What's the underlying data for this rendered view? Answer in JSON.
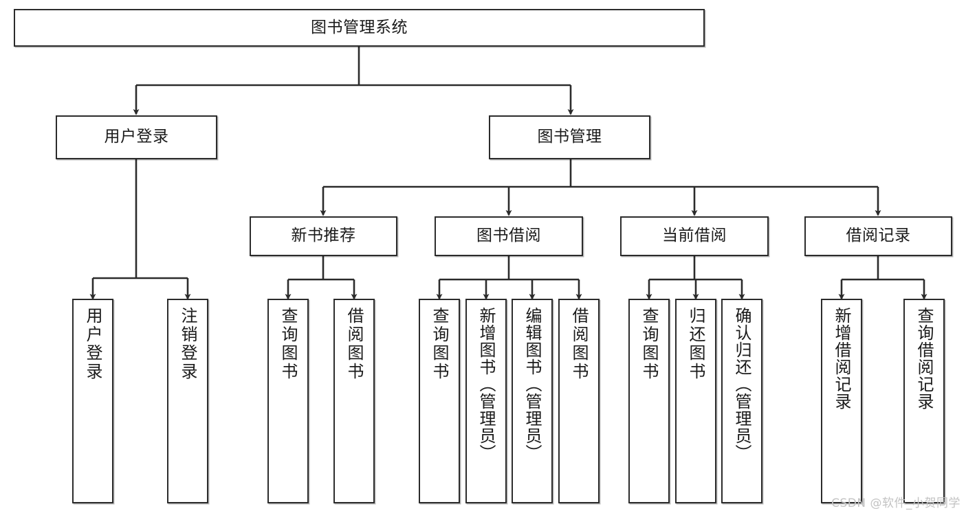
{
  "diagram": {
    "title": "图书管理系统",
    "type": "tree-hierarchy",
    "orientation": "top-down",
    "colors": {
      "box_border": "#2b2b2b",
      "box_fill": "#ffffff",
      "connector": "#2b2b2b",
      "text": "#1a1a1a",
      "watermark": "#c3c3c3",
      "background": "#ffffff"
    },
    "root": {
      "label": "图书管理系统"
    },
    "level2": [
      {
        "label": "用户登录"
      },
      {
        "label": "图书管理"
      }
    ],
    "level3": [
      {
        "label": "新书推荐"
      },
      {
        "label": "图书借阅"
      },
      {
        "label": "当前借阅"
      },
      {
        "label": "借阅记录"
      }
    ],
    "leaves": {
      "user_login": [
        {
          "label": "用户登录"
        },
        {
          "label": "注销登录"
        }
      ],
      "new_book_recommend": [
        {
          "label": "查询图书"
        },
        {
          "label": "借阅图书"
        }
      ],
      "book_borrow": [
        {
          "label": "查询图书"
        },
        {
          "label": "新增图书（管理员）"
        },
        {
          "label": "编辑图书（管理员）"
        },
        {
          "label": "借阅图书"
        }
      ],
      "current_borrow": [
        {
          "label": "查询图书"
        },
        {
          "label": "归还图书"
        },
        {
          "label": "确认归还（管理员）"
        }
      ],
      "borrow_record": [
        {
          "label": "新增借阅记录"
        },
        {
          "label": "查询借阅记录"
        }
      ]
    }
  },
  "watermark": {
    "text": "CSDN @软件_小贺同学"
  }
}
